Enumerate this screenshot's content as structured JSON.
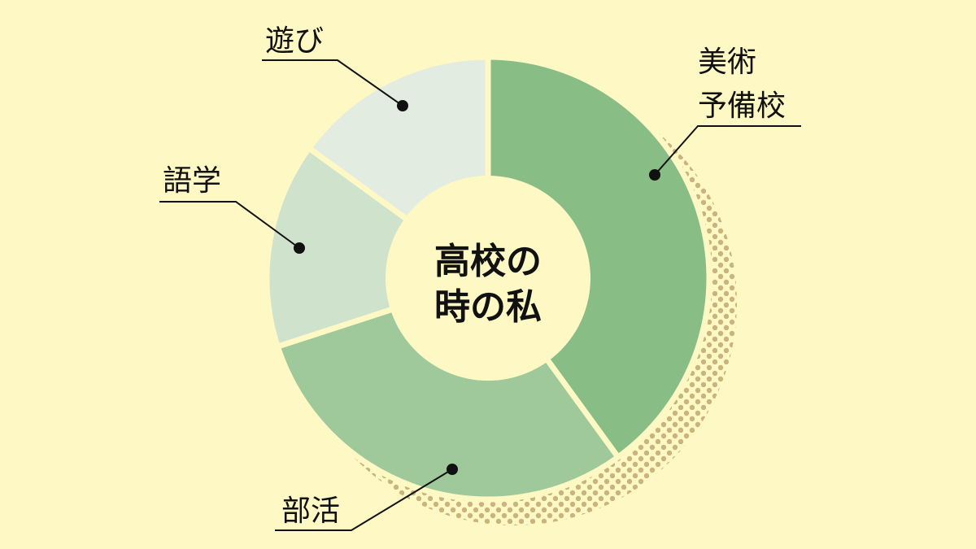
{
  "chart_data": {
    "type": "pie",
    "style": "donut",
    "title": "高校の時の私",
    "title_lines": [
      "高校の",
      "時の私"
    ],
    "categories": [
      "美術予備校",
      "部活",
      "語学",
      "遊び"
    ],
    "label_lines": [
      [
        "美術",
        "予備校"
      ],
      [
        "部活"
      ],
      [
        "語学"
      ],
      [
        "遊び"
      ]
    ],
    "values": [
      40,
      30,
      15,
      15
    ],
    "colors": [
      "#88bd85",
      "#9fc99a",
      "#cfe2cb",
      "#e2ece0"
    ],
    "background": "#fef9c4",
    "shadow_color": "#c9b47e"
  }
}
